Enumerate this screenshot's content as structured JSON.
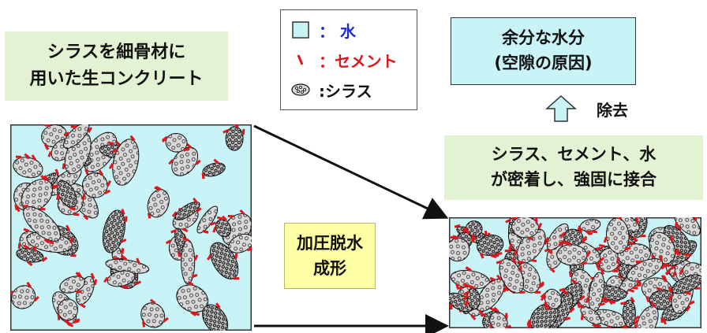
{
  "title_box": {
    "lines": [
      "シラスを細骨材に",
      "用いた生コンクリート"
    ]
  },
  "legend": {
    "water": {
      "label": "： 水",
      "color": "#1c2ad6",
      "icon": "water-square-icon"
    },
    "cement": {
      "label": "：セメント",
      "color": "#e0161b",
      "icon": "cement-stroke-icon"
    },
    "shirasu": {
      "label": ":シラス",
      "color": "#111111",
      "icon": "shirasu-particle-icon"
    }
  },
  "excess_water_box": {
    "lines": [
      "余分な水分",
      "(空隙の原因)"
    ]
  },
  "removal_label": "除去",
  "bond_box": {
    "lines": [
      "シラス、セメント、水",
      "が密着し、強固に接合"
    ]
  },
  "press_box": {
    "lines": [
      "加圧脱水",
      "成形"
    ]
  },
  "colors": {
    "water_fill": "#c8f3f7",
    "cement": "#e0161b",
    "label_green": "#e3f2d2",
    "label_yellow": "#ffffa6",
    "particle_fill": "#d9d9d9"
  }
}
